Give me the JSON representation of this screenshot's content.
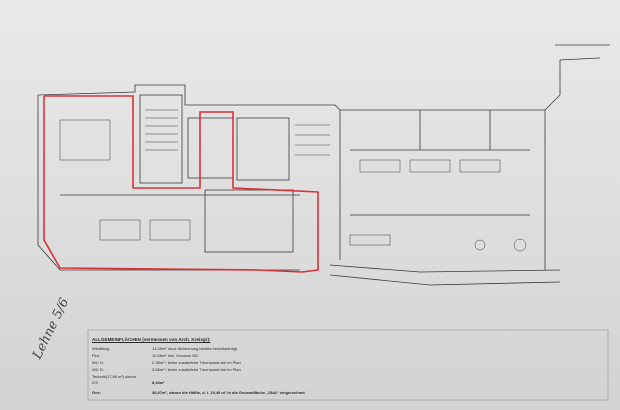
{
  "table": {
    "title": "ALLGEMEINFLÄCHEN (vermessen von Arch. Kreisgr):",
    "rows": [
      {
        "label": "Windfang:",
        "value": "14,59m² neue Abtrennung bereits berücksichtigt."
      },
      {
        "label": "Flur:",
        "value": "10,48m² inkl. Vorraum WC"
      },
      {
        "label": "WC H:",
        "value": "2,38m² / keine zusätzliche Trennwand wie im Plan"
      },
      {
        "label": "WC D:",
        "value": "3,58m² / keine zusätzliche Trennwand wie im Plan"
      },
      {
        "label": "Technik(17,66 m²) davon",
        "value": ""
      },
      {
        "label": "2/3",
        "value": "8,44m²"
      }
    ],
    "total_label": "Ges:",
    "total_value": "38,97m², davon die Hälfte, d. i. 19,49 m² in die Gesamtfläche „SNA“ eingerechnet"
  },
  "signature": "Lehne 5/6",
  "colors": {
    "markup": "#d8333a",
    "lines": "#3a3a3a"
  }
}
